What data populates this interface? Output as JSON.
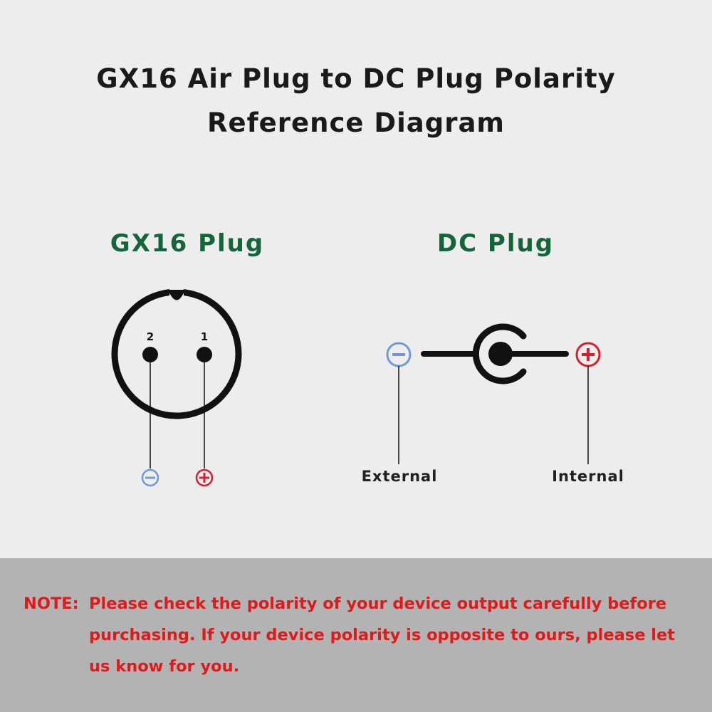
{
  "title": {
    "line1": "GX16 Air Plug to DC Plug Polarity",
    "line2": "Reference Diagram"
  },
  "gx16": {
    "heading": "GX16 Plug",
    "pins": [
      {
        "number": "2",
        "polarity": "negative",
        "polarity_icon": "minus-circle-icon"
      },
      {
        "number": "1",
        "polarity": "positive",
        "polarity_icon": "plus-circle-icon"
      }
    ]
  },
  "dc": {
    "heading": "DC Plug",
    "external_label": "External",
    "internal_label": "Internal",
    "external_icon": "minus-circle-icon",
    "internal_icon": "plus-circle-icon"
  },
  "colors": {
    "heading_green": "#14663a",
    "negative_blue": "#6f9ad6",
    "positive_red": "#d81e2a",
    "note_red": "#de1a1a",
    "top_background": "#ededed",
    "bottom_background": "#b3b3b3"
  },
  "note": {
    "label": "NOTE:",
    "text": "Please check the polarity of your device output carefully before purchasing. If your device polarity is opposite to ours, please let us know for you."
  }
}
